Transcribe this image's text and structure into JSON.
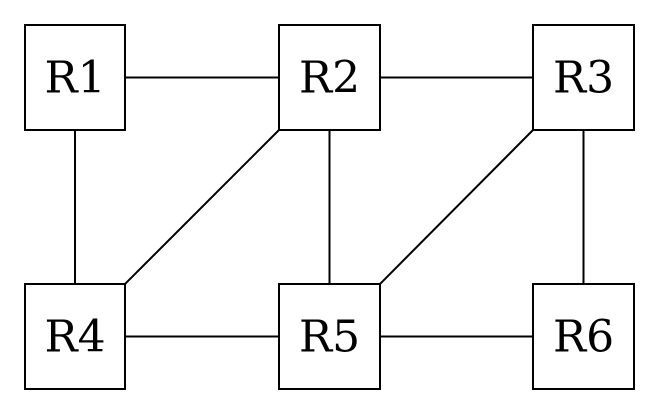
{
  "nodes": [
    {
      "id": "R1",
      "label": "R1"
    },
    {
      "id": "R2",
      "label": "R2"
    },
    {
      "id": "R3",
      "label": "R3"
    },
    {
      "id": "R4",
      "label": "R4"
    },
    {
      "id": "R5",
      "label": "R5"
    },
    {
      "id": "R6",
      "label": "R6"
    }
  ],
  "edges": [
    [
      "R1",
      "R2"
    ],
    [
      "R2",
      "R3"
    ],
    [
      "R1",
      "R4"
    ],
    [
      "R2",
      "R4"
    ],
    [
      "R2",
      "R5"
    ],
    [
      "R3",
      "R5"
    ],
    [
      "R3",
      "R6"
    ],
    [
      "R4",
      "R5"
    ],
    [
      "R5",
      "R6"
    ]
  ]
}
